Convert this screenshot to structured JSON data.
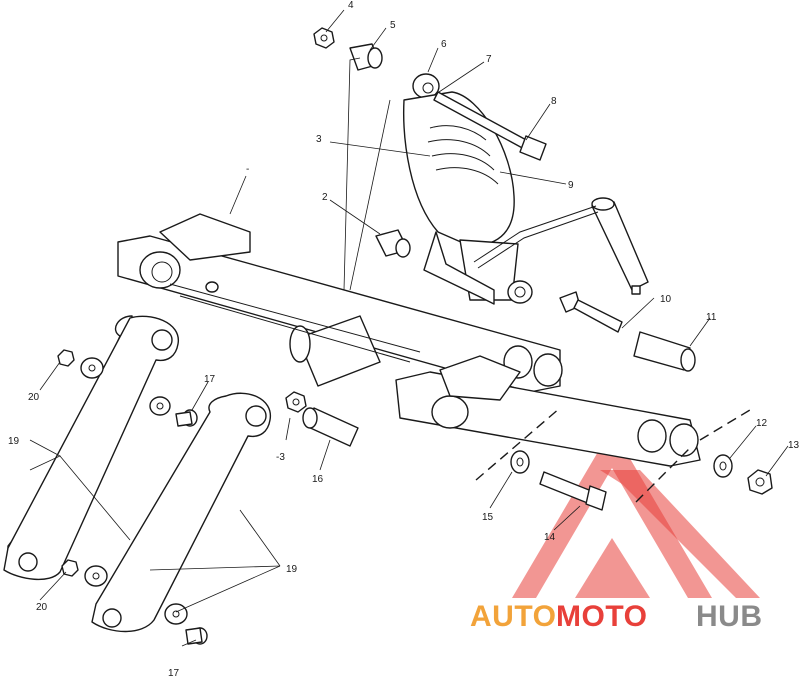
{
  "callouts": [
    {
      "id": "4",
      "label": "4"
    },
    {
      "id": "5",
      "label": "5"
    },
    {
      "id": "6",
      "label": "6"
    },
    {
      "id": "7",
      "label": "7"
    },
    {
      "id": "8",
      "label": "8"
    },
    {
      "id": "3",
      "label": "3"
    },
    {
      "id": "9",
      "label": "9"
    },
    {
      "id": "1",
      "label": "-"
    },
    {
      "id": "2",
      "label": "2"
    },
    {
      "id": "10",
      "label": "10"
    },
    {
      "id": "11",
      "label": "11"
    },
    {
      "id": "17a",
      "label": "17"
    },
    {
      "id": "20a",
      "label": "20"
    },
    {
      "id": "19a",
      "label": "19"
    },
    {
      "id": "3b",
      "label": "-3"
    },
    {
      "id": "16",
      "label": "16"
    },
    {
      "id": "12",
      "label": "12"
    },
    {
      "id": "13",
      "label": "13"
    },
    {
      "id": "15",
      "label": "15"
    },
    {
      "id": "14",
      "label": "14"
    },
    {
      "id": "19b",
      "label": "19"
    },
    {
      "id": "20b",
      "label": "20"
    },
    {
      "id": "17b",
      "label": "17"
    }
  ],
  "watermark": {
    "part1": "AUTO",
    "part2": "MOTO",
    "part3": "HUB",
    "color_orange": "#f2a33a",
    "color_red": "#e8403a",
    "color_gray": "#8a8a8a"
  }
}
